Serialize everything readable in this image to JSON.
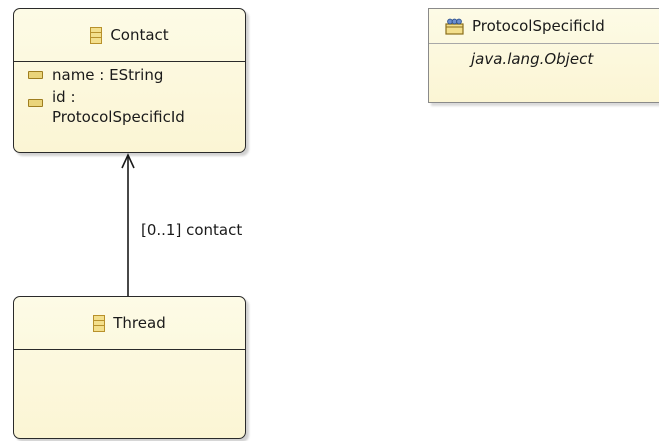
{
  "classes": {
    "contact": {
      "name": "Contact",
      "attributes": [
        {
          "text": "name : EString"
        },
        {
          "line1": "id :",
          "line2": "ProtocolSpecificId"
        }
      ]
    },
    "thread": {
      "name": "Thread"
    }
  },
  "datatype": {
    "name": "ProtocolSpecificId",
    "instance_class": "java.lang.Object"
  },
  "association": {
    "label": "[0..1] contact"
  },
  "colors": {
    "box_fill": "#fbf5d4",
    "border": "#2a2a2a",
    "icon_gold": "#b8912b"
  }
}
